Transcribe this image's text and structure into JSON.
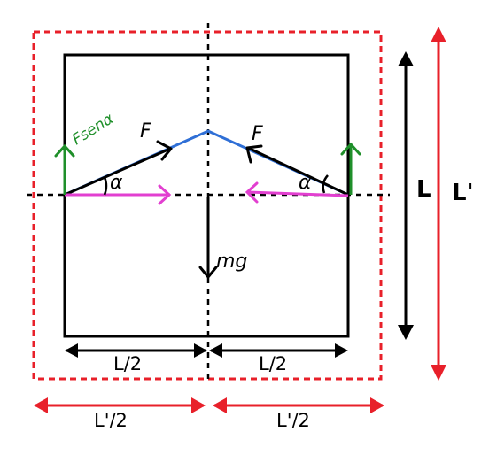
{
  "labels": {
    "inner_half_left": "L/2",
    "inner_half_right": "L/2",
    "outer_half_left": "L'/2",
    "outer_half_right": "L'/2",
    "inner_side": "L",
    "outer_side": "L'",
    "force_left": "F",
    "force_right": "F",
    "angle_left": "α",
    "angle_right": "α",
    "vertical_component": "Fsenα",
    "weight": "mg"
  },
  "colors": {
    "inner_square": "#000000",
    "outer_square": "#e8202a",
    "dimension_arrow_black": "#000000",
    "dimension_arrow_red": "#e8202a",
    "rope": "#2f6fd6",
    "horizontal_force": "#e23fd0",
    "vertical_force": "#1f8f2a",
    "axes": "#000000"
  }
}
